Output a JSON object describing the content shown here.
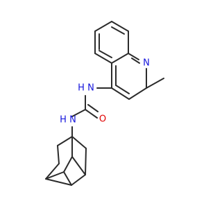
{
  "molecule": {
    "atom_labels": {
      "quinoline_nitrogen": {
        "text": "N",
        "color": "#1414dc"
      },
      "upper_amide_nitrogen": {
        "text": "H N",
        "color": "#1414dc"
      },
      "lower_amide_nitrogen": {
        "text": "H N",
        "color": "#1414dc"
      },
      "carbonyl_oxygen": {
        "text": "O",
        "color": "#e00000"
      }
    },
    "bond_color": "#2b2b2b"
  }
}
